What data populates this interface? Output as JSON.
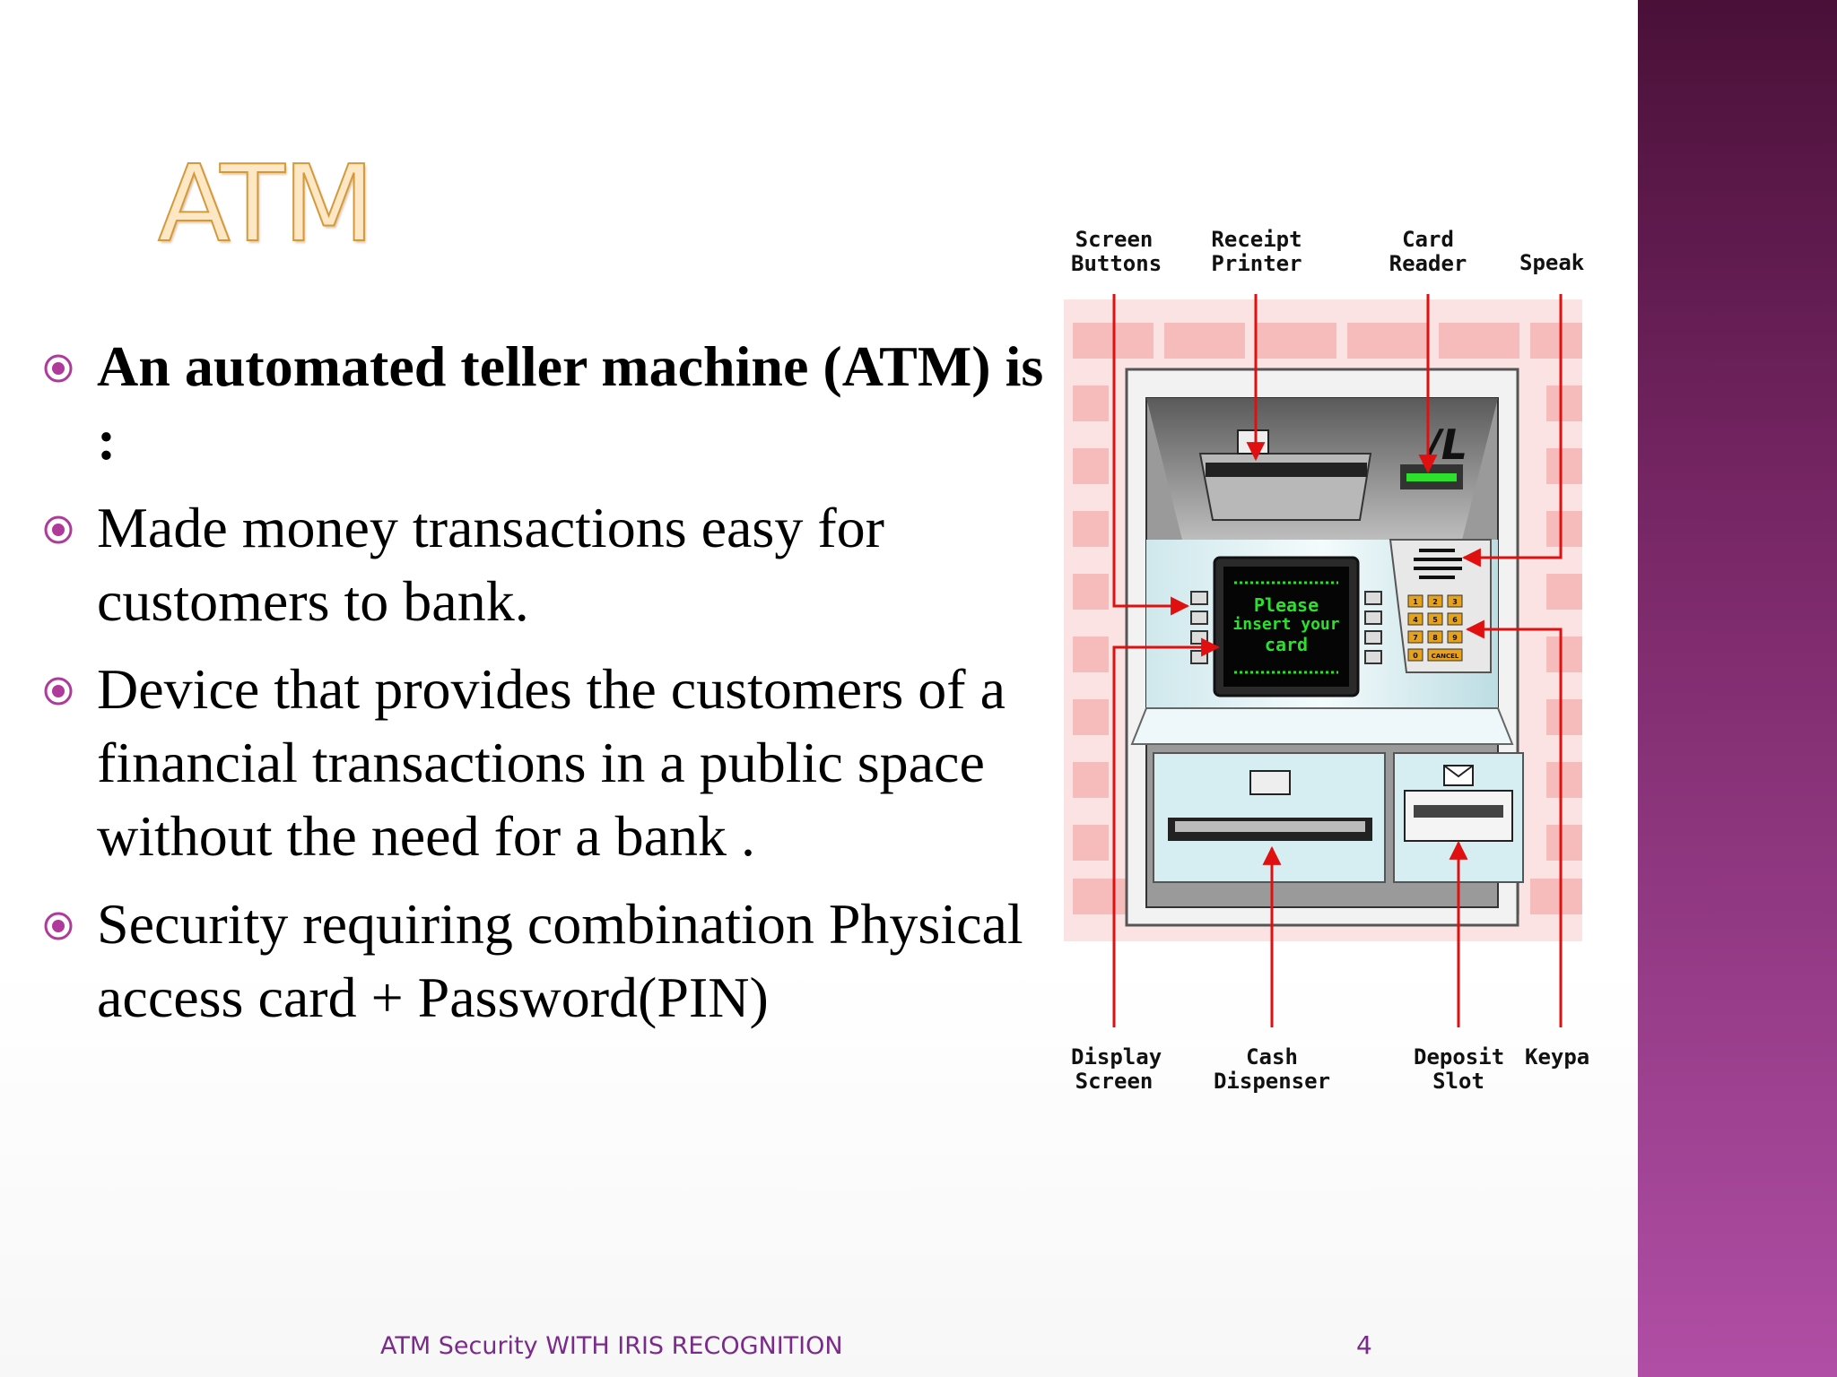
{
  "slide": {
    "title": "ATM",
    "bullets": [
      {
        "text": "An automated teller machine (ATM) is :",
        "bold": true
      },
      {
        "text": " Made money transactions easy for customers to bank.",
        "bold": false
      },
      {
        "text": "Device that provides the customers of a financial transactions in a public space without the need for a  bank .",
        "bold": false
      },
      {
        "text": "Security requiring combination Physical access card + Password(PIN)",
        "bold": false
      }
    ],
    "footer": "ATM Security WITH IRIS RECOGNITION",
    "page_number": "4"
  },
  "figure": {
    "labels": {
      "screen_buttons": "Screen\nButtons",
      "receipt_printer": "Receipt\nPrinter",
      "card_reader": "Card\nReader",
      "speaker": "Speak",
      "display_screen": "Display\nScreen",
      "cash_dispenser": "Cash\nDispenser",
      "deposit_slot": "Deposit\nSlot",
      "keypad": "Keypa"
    },
    "screen_message": [
      "Please",
      "insert your",
      "card"
    ],
    "keypad_keys": [
      "1",
      "2",
      "3",
      "4",
      "5",
      "6",
      "7",
      "8",
      "9",
      "0",
      "CANCEL"
    ],
    "colors": {
      "accent_title": "#d49a3a",
      "sidebar": "#7a2868",
      "bullet": "#b03a9a",
      "arrow": "#e01010",
      "screen_text": "#22ee22"
    }
  }
}
